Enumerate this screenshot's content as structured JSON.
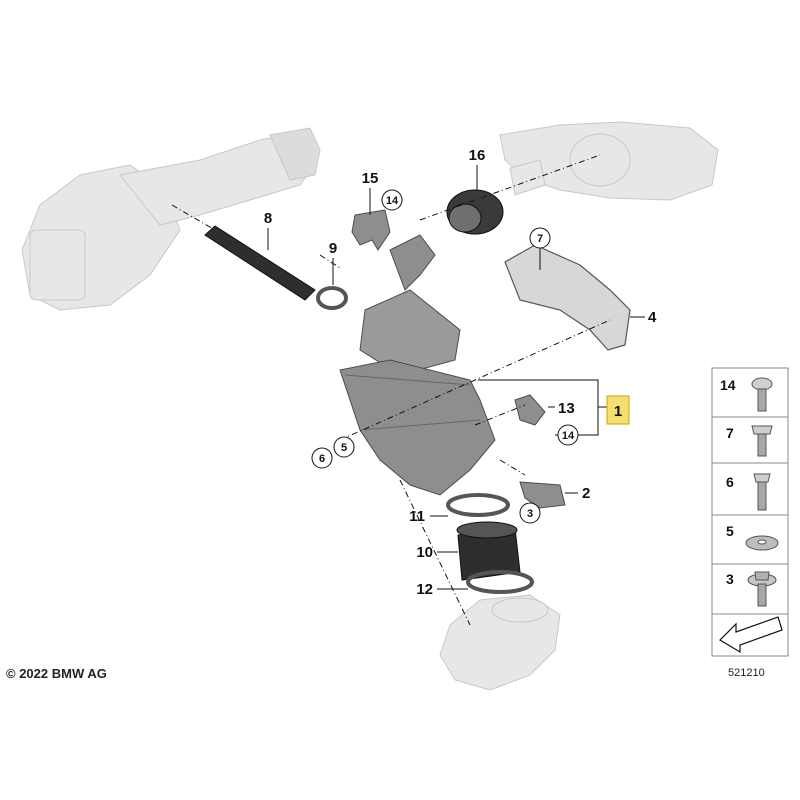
{
  "callouts": {
    "c1": "1",
    "c2": "2",
    "c3": "3",
    "c4": "4",
    "c5": "5",
    "c6": "6",
    "c7": "7",
    "c8": "8",
    "c9": "9",
    "c10": "10",
    "c11": "11",
    "c12": "12",
    "c13": "13",
    "c14a": "14",
    "c14b": "14",
    "c15": "15",
    "c16": "16"
  },
  "legend": [
    "14",
    "7",
    "6",
    "5",
    "3"
  ],
  "copyright": "© 2022 BMW AG",
  "diagram_number": "521210",
  "colors": {
    "highlight": "#f5df6e",
    "part": "#8e8e8e",
    "ghost": "#e7e7e7"
  }
}
